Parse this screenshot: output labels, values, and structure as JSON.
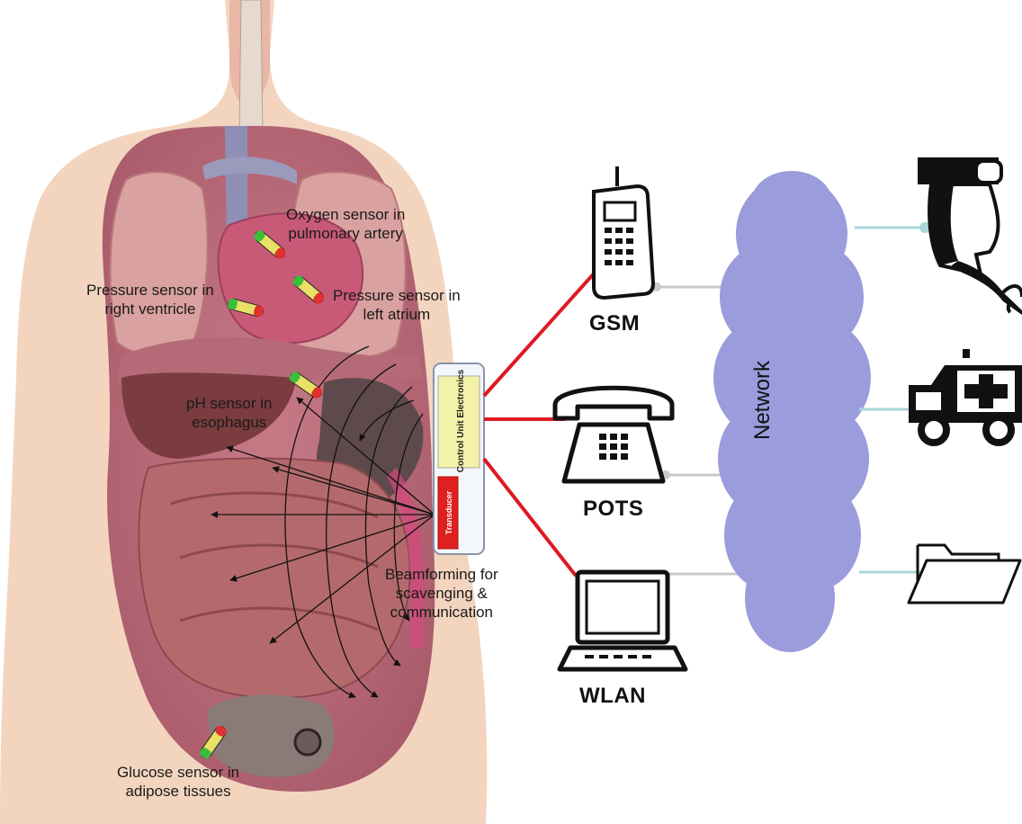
{
  "sensors": {
    "oxygen": [
      "Oxygen sensor in",
      "pulmonary artery"
    ],
    "pressure_right": [
      "Pressure sensor in",
      "right ventricle"
    ],
    "pressure_left": [
      "Pressure sensor in",
      "left atrium"
    ],
    "ph": [
      "pH sensor in",
      "esophagus"
    ],
    "glucose": [
      "Glucose sensor in",
      "adipose tissues"
    ],
    "beamforming": [
      "Beamforming for",
      "scavenging &",
      "communication"
    ]
  },
  "control_unit": {
    "electronics": "Control Unit Electronics",
    "transducer": "Transducer"
  },
  "links": {
    "gsm": "GSM",
    "pots": "POTS",
    "wlan": "WLAN"
  },
  "network": "Network",
  "colors": {
    "skin": "#f3d5bf",
    "tissue": "#d9a1a0",
    "organ_pink": "#c85a78",
    "electronics_yellow": "#f4f1a8",
    "transducer_red": "#e01f1f",
    "link_red": "#dd1a22",
    "cloud": "#9a9cdc",
    "connector_gray": "#c9c9c9",
    "connector_teal": "#a9d6d9",
    "sensor_green": "#3bbf3b",
    "sensor_yellow": "#e9e066"
  },
  "icons": [
    "cell-phone-icon",
    "telephone-icon",
    "laptop-icon",
    "doctor-icon",
    "ambulance-icon",
    "folder-icon"
  ]
}
